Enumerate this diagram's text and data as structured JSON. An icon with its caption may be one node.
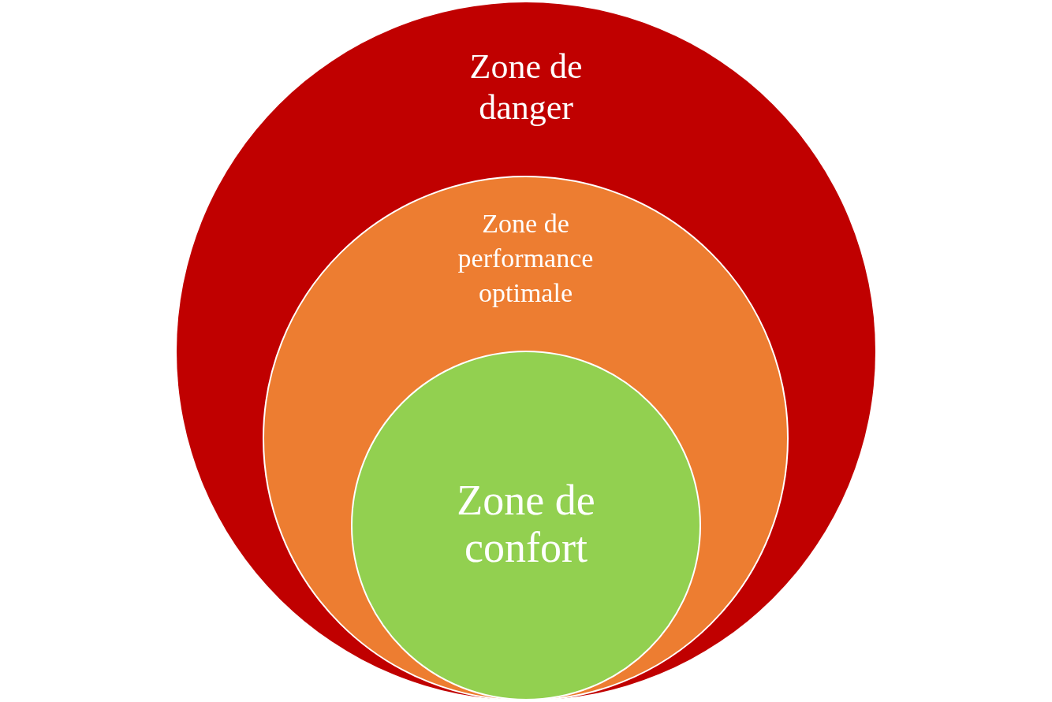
{
  "diagram": {
    "nodes": [
      {
        "text": [
          "Zone de danger"
        ]
      },
      {
        "text": [
          "Zone de performance optimale"
        ],
        "in": 0
      },
      {
        "text": [
          "Zone de confort"
        ],
        "in": 1
      }
    ]
  }
}
